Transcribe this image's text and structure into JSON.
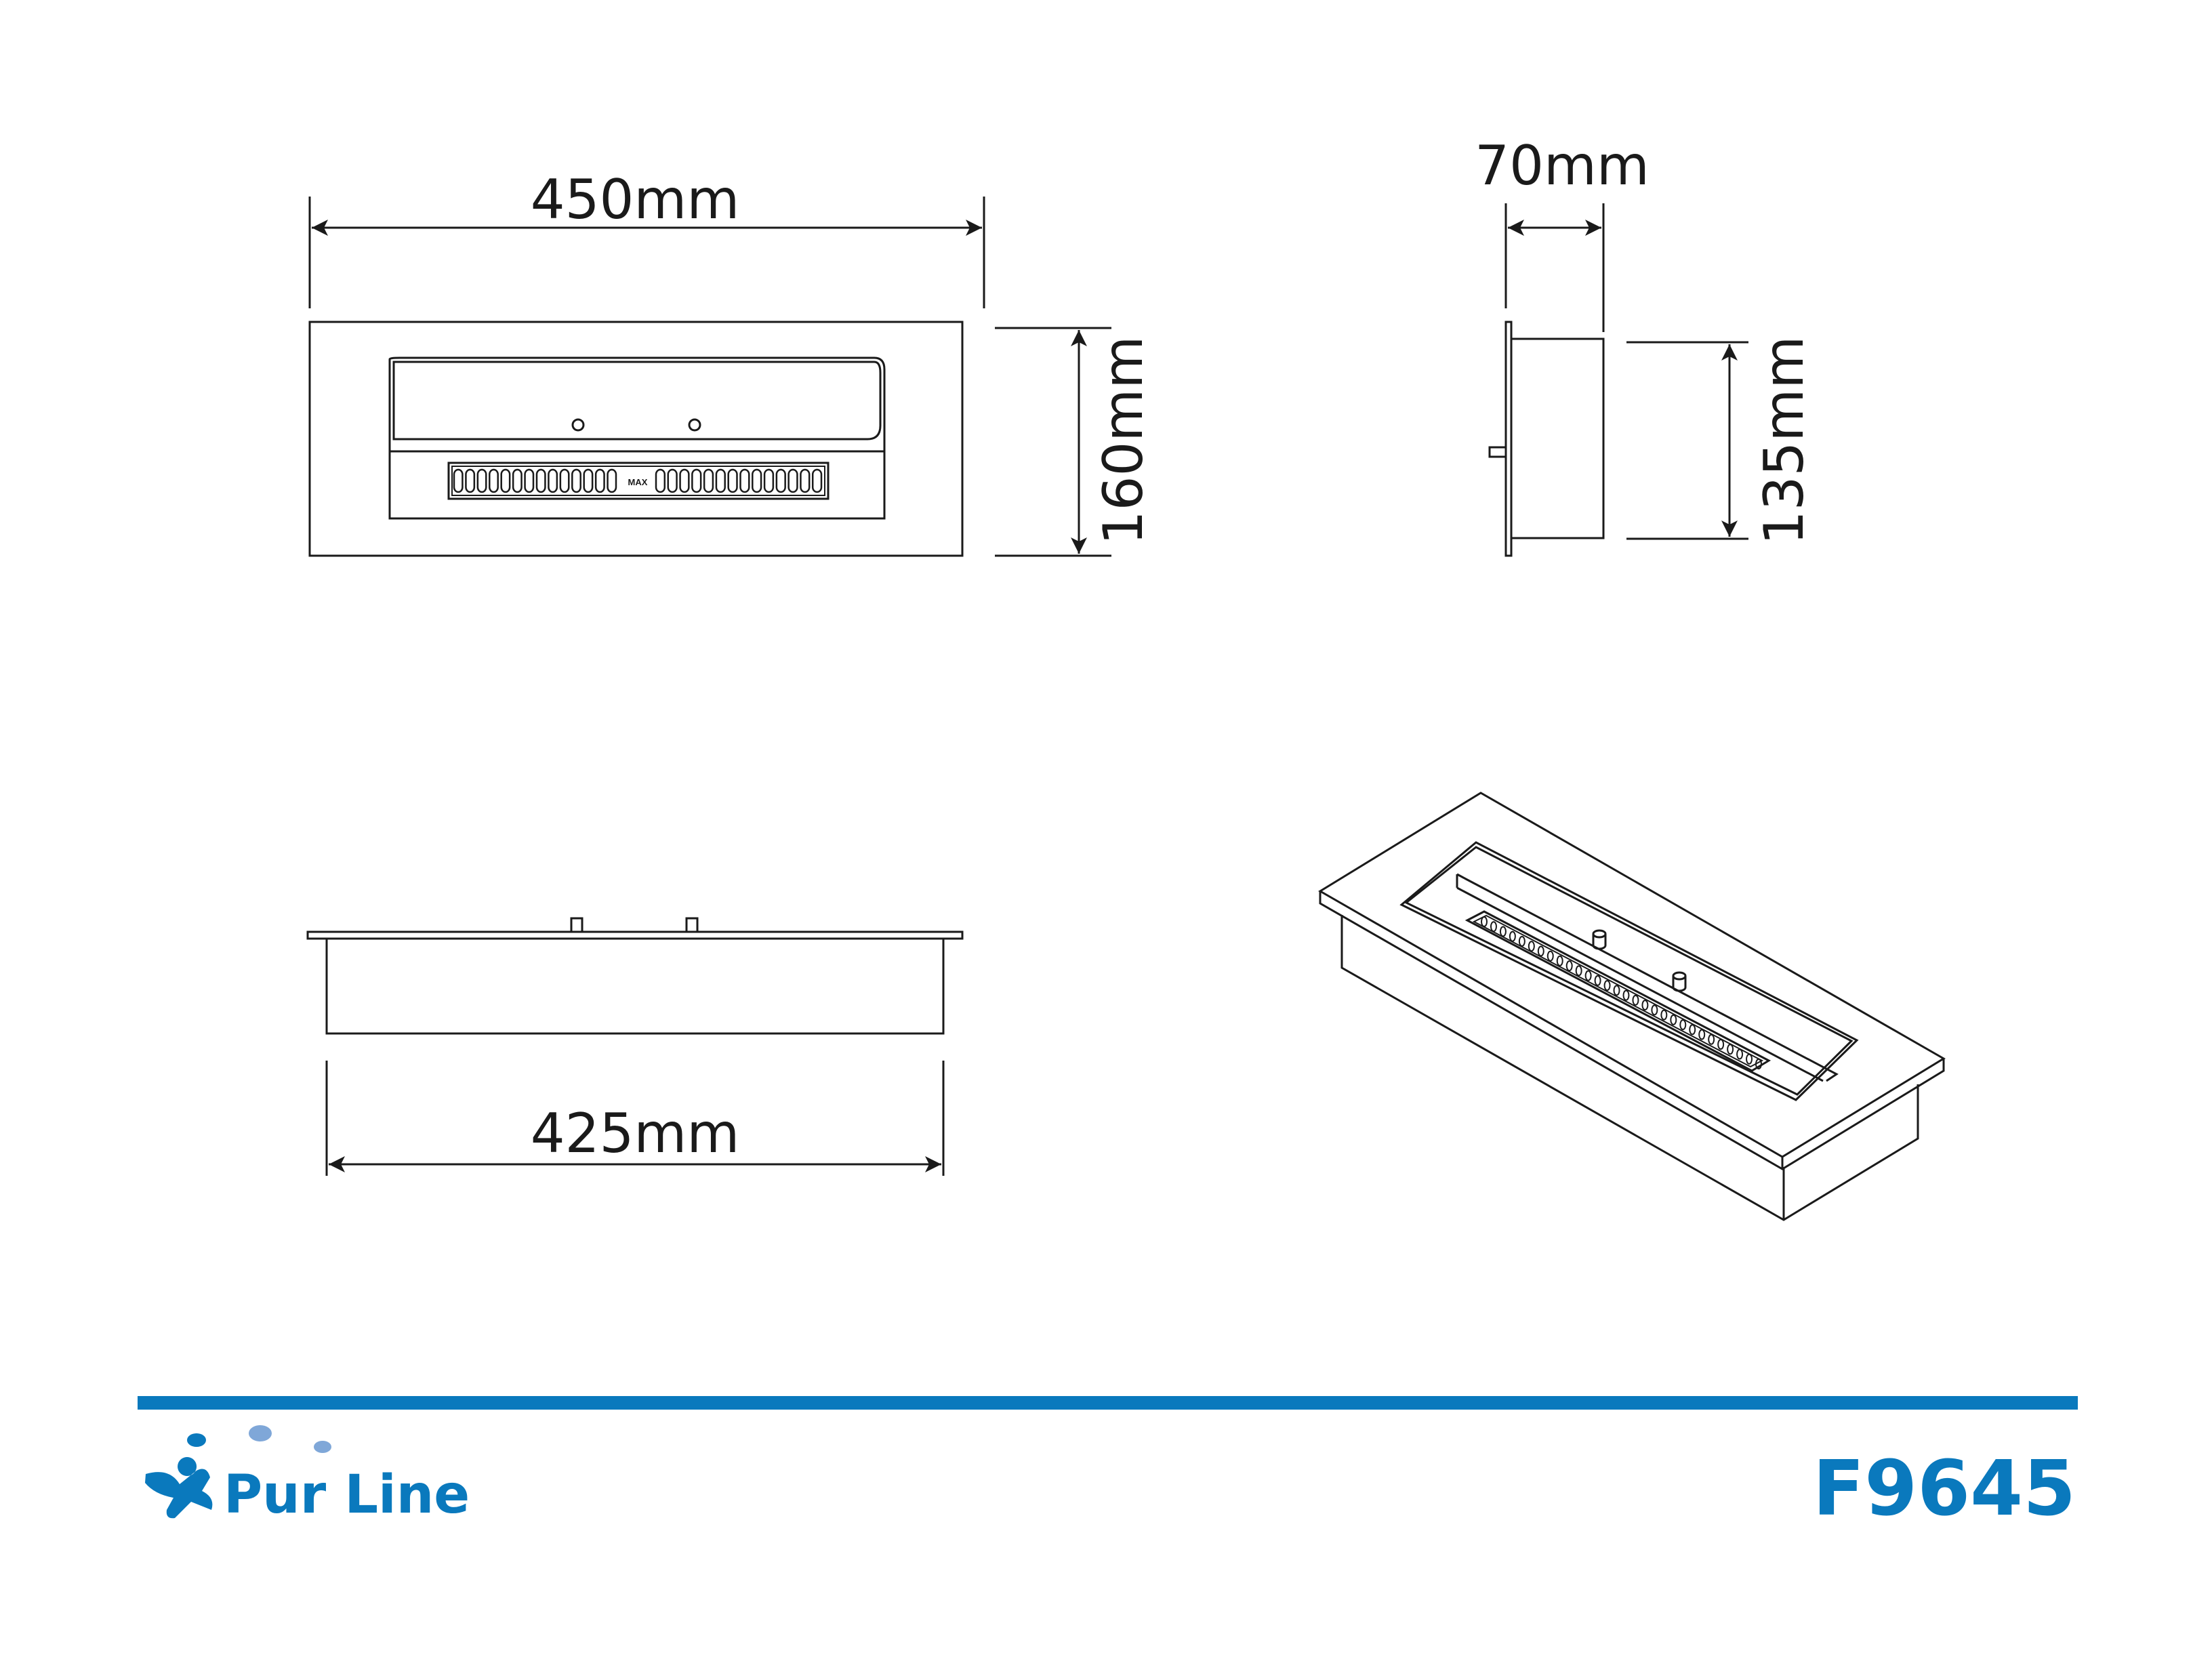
{
  "colors": {
    "line": "#1a1a1a",
    "accent": "#0a79bd",
    "dot_light": "#7fa7d8",
    "dot_mid": "#5a8bc9"
  },
  "dimensions": {
    "front_width": "450mm",
    "front_height": "160mm",
    "side_depth": "70mm",
    "side_height": "135mm",
    "bottom_width": "425mm"
  },
  "burner_label": "MAX",
  "footer": {
    "brand_name": "Pur Line",
    "logo_icon": "purline-figure-logo",
    "model_number": "F9645"
  }
}
